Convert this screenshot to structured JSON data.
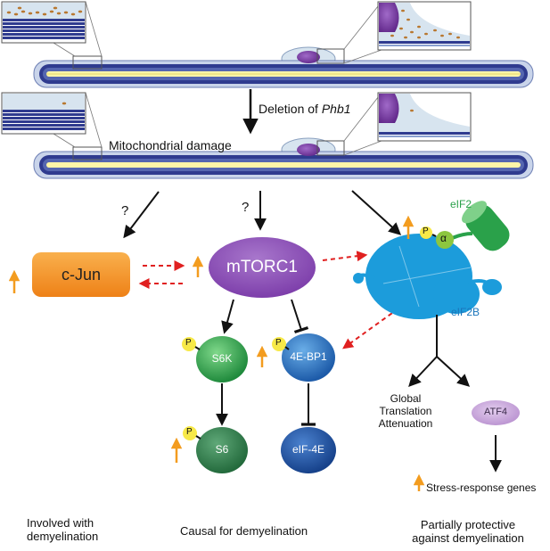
{
  "labels": {
    "deletion_prefix": "Deletion of ",
    "deletion_gene": "Phb1",
    "mito_damage": "Mitochondrial damage",
    "question": "?",
    "cjun": "c-Jun",
    "mtorc1": "mTORC1",
    "s6k": "S6K",
    "s6": "S6",
    "bp1": "4E-BP1",
    "eif4e": "eIF-4E",
    "eif2": "eIF2",
    "alpha": "α",
    "eif2b": "eIF2B",
    "p": "P",
    "global_1": "Global",
    "global_2": "Translation",
    "global_3": "Attenuation",
    "atf4": "ATF4",
    "stress": "Stress-response genes",
    "col_left_1": "Involved with",
    "col_left_2": "demyelination",
    "col_mid": "Causal for demyelination",
    "col_right_1": "Partially protective",
    "col_right_2": "against demyelination"
  },
  "colors": {
    "axon_core": "#fff6a8",
    "myelin_dark": "#2f3b8f",
    "myelin_light": "#c9d4ea",
    "nucleus": "#7a3aa8",
    "cytoplasm": "#d7e4ef",
    "cjun": "#f4911e",
    "mtorc1": "#8a4fb0",
    "green": "#2aa14a",
    "dark_green": "#2e7e4a",
    "blue": "#2068b8",
    "ribosome": "#1c9cdb",
    "alpha": "#8cc63f",
    "atf4": "#c8a6dc",
    "phospho": "#f7e948",
    "up_arrow": "#f39c1f",
    "red_dash": "#e02020",
    "eif2_text": "#2aa14a",
    "eif2b_text": "#1b75bb"
  }
}
